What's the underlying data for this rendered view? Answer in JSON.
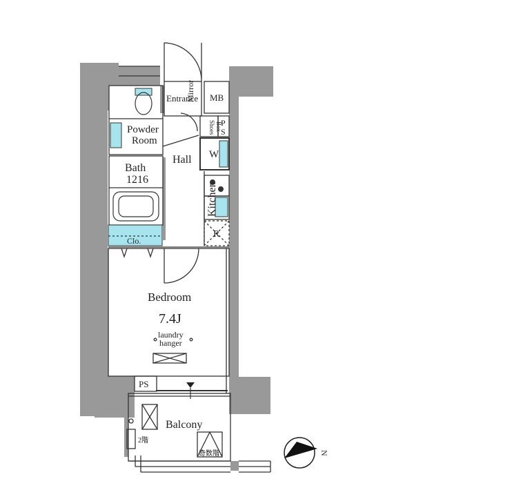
{
  "rooms": {
    "entrance": "Entrance",
    "mirror": "Mirror",
    "mb": "MB",
    "powder": "Powder",
    "room": "Room",
    "shoes": "Shoes",
    "box": "Box",
    "ps_p": "P",
    "ps_s": "S",
    "hall": "Hall",
    "washer": "W",
    "bath": "Bath",
    "bath_size": "1216",
    "kitchen": "Kitchen",
    "fridge": "R",
    "closet": "Clo.",
    "bedroom": "Bedroom",
    "bedroom_size": "7.4J",
    "laundry": "laundry",
    "hanger": "hanger",
    "ps_lower": "PS",
    "balcony": "Balcony",
    "floor_note": "2階",
    "odd_floor_note": "奇数階"
  },
  "compass": {
    "direction": "N"
  },
  "colors": {
    "wall": "#999999",
    "fixture": "#a8e4ee",
    "line": "#333333"
  }
}
